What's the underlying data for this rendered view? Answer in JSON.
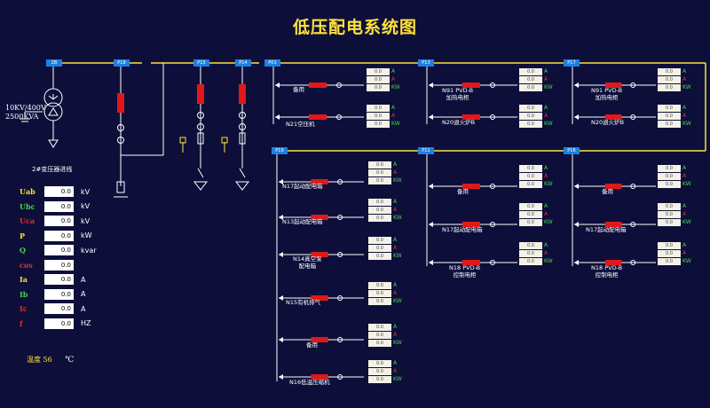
{
  "title": "低压配电系统图",
  "transformer": {
    "spec_line1": "10KV/400V",
    "spec_line2": "2500KVA",
    "name": "2#变压器进线"
  },
  "measurements": [
    {
      "label": "Uab",
      "value": "0.0",
      "unit": "kV",
      "color": "#ffe23a"
    },
    {
      "label": "Ubc",
      "value": "0.0",
      "unit": "kV",
      "color": "#4cd24c"
    },
    {
      "label": "Uca",
      "value": "0.0",
      "unit": "kV",
      "color": "#e23030"
    },
    {
      "label": "P",
      "value": "0.0",
      "unit": "kW",
      "color": "#ffe23a"
    },
    {
      "label": "Q",
      "value": "0.0",
      "unit": "kvar",
      "color": "#4cd24c"
    },
    {
      "label": "cos",
      "value": "0.0",
      "unit": "",
      "color": "#e23030"
    },
    {
      "label": "Ia",
      "value": "0.0",
      "unit": "A",
      "color": "#ffe23a"
    },
    {
      "label": "Ib",
      "value": "0.0",
      "unit": "A",
      "color": "#4cd24c"
    },
    {
      "label": "Ic",
      "value": "0.0",
      "unit": "A",
      "color": "#e23030"
    },
    {
      "label": "f",
      "value": "0.0",
      "unit": "HZ",
      "color": "#e23030"
    }
  ],
  "temperature": {
    "label": "温度",
    "value": "56",
    "unit": "℃"
  },
  "buses": [
    "2B",
    "P18",
    "P15",
    "P14",
    "P01",
    "P13",
    "P17",
    "P19",
    "P11",
    "P16"
  ],
  "feeders": [
    "备用",
    "N21空压机",
    "N91 PVD-B",
    "加热电柜",
    "N20退火炉B",
    "N91 PVD-B",
    "加热电柜",
    "N20退火炉B",
    "N17起动配电箱",
    "N13起动配电箱",
    "N14真空泵",
    "配电箱",
    "N15有机排气",
    "备用",
    "N16低温压缩机",
    "备用",
    "N17起动配电箱",
    "N18 PVD-B",
    "控制电柜",
    "备用",
    "N17起动配电箱",
    "N18 PVD-B",
    "控制电柜"
  ],
  "units": [
    "A",
    "A",
    "KW"
  ],
  "cell_value": "0.0",
  "colors": {
    "background": "#0d0f3a",
    "busbar": "#ffe23a",
    "title": "#ffe23a",
    "breaker": "#e01818",
    "label_green": "#4cd24c",
    "label_red": "#e23030"
  }
}
